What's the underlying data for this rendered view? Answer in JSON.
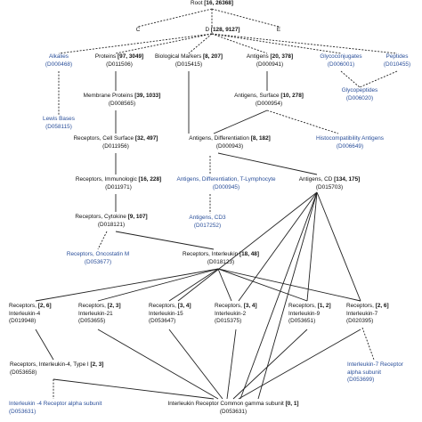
{
  "nodes": {
    "root": {
      "label": "Root",
      "count": "[16, 26368]",
      "code": ""
    },
    "c": {
      "label": "C",
      "count": "",
      "code": ""
    },
    "d": {
      "label": "D",
      "count": "[128, 9127]",
      "code": ""
    },
    "e": {
      "label": "E",
      "count": "",
      "code": ""
    },
    "alkalies": {
      "label": "Alkalies",
      "count": "",
      "code": "(D000468)"
    },
    "proteins": {
      "label": "Proteins",
      "count": "[97, 3049]",
      "code": "(D011506)"
    },
    "biomarkers": {
      "label": "Biological Markers",
      "count": "[8, 207]",
      "code": "(D015415)"
    },
    "antigens": {
      "label": "Antigens",
      "count": "[20, 378]",
      "code": "(D000941)"
    },
    "glycoconjugates": {
      "label": "Glycoconjugates",
      "count": "",
      "code": "(D006001)"
    },
    "peptides": {
      "label": "Peptides",
      "count": "",
      "code": "(D010455)"
    },
    "lewis": {
      "label": "Lewis Bases",
      "count": "",
      "code": "(D058115)"
    },
    "membrane": {
      "label": "Membrane Proteins",
      "count": "[39, 1033]",
      "code": "(D008565)"
    },
    "antsurface": {
      "label": "Antigens, Surface",
      "count": "[10, 278]",
      "code": "(D000954)"
    },
    "glycopeptides": {
      "label": "Glycopeptides",
      "count": "",
      "code": "(D006020)"
    },
    "recsurface": {
      "label": "Receptors, Cell Surface",
      "count": "[32, 497]",
      "code": "(D011956)"
    },
    "antdiff": {
      "label": "Antigens, Differentiation",
      "count": "[8, 182]",
      "code": "(D000943)"
    },
    "histo": {
      "label": "Histocompatibility Antigens",
      "count": "",
      "code": "(D006649)"
    },
    "recimmuno": {
      "label": "Receptors, Immunologic",
      "count": "[16, 228]",
      "code": "(D011971)"
    },
    "antdifft": {
      "label": "Antigens, Differentiation, T-Lymphocyte",
      "count": "",
      "code": "(D000945)"
    },
    "antcd": {
      "label": "Antigens, CD",
      "count": "[134, 175]",
      "code": "(D015703)"
    },
    "reccyto": {
      "label": "Receptors, Cytokine",
      "count": "[9, 107]",
      "code": "(D018121)"
    },
    "antcd3": {
      "label": "Antigens, CD3",
      "count": "",
      "code": "(D017252)"
    },
    "oncostatin": {
      "label": "Receptors, Oncostatin M",
      "count": "",
      "code": "(D053677)"
    },
    "recil": {
      "label": "Receptors, Interleukin",
      "count": "[18, 48]",
      "code": "(D018123)"
    },
    "il4": {
      "label": "Receptors,",
      "label2": "Interleukin-4",
      "count": "[2, 6]",
      "code": "(D019948)"
    },
    "il21": {
      "label": "Receptors,",
      "label2": "Interleukin-21",
      "count": "[2, 3]",
      "code": "(D053655)"
    },
    "il15": {
      "label": "Receptors,",
      "label2": "Interleukin-15",
      "count": "[3, 4]",
      "code": "(D053647)"
    },
    "il2": {
      "label": "Receptors,",
      "label2": "Interleukin-2",
      "count": "[3, 4]",
      "code": "(D015375)"
    },
    "il9": {
      "label": "Receptors,",
      "label2": "Interleukin-9",
      "count": "[1, 2]",
      "code": "(D053651)"
    },
    "il7": {
      "label": "Receptors,",
      "label2": "Interleukin-7",
      "count": "[2, 6]",
      "code": "(D020395)"
    },
    "il4t1": {
      "label": "Receptors, Interleukin-4, Type I",
      "count": "[2, 3]",
      "code": "(D053658)"
    },
    "il7alpha": {
      "label": "Interleukin-7  Receptor",
      "label2": "alpha subunit",
      "count": "",
      "code": "(D053699)"
    },
    "il4alpha": {
      "label": "Interleukin -4 Receptor alpha subunit",
      "count": "",
      "code": "(D053631)"
    },
    "gamma": {
      "label": "Interleukin Receptor Common gamma subunit",
      "count": "[0, 1]",
      "code": "(D053631)"
    }
  },
  "colors": {
    "black_text": "#111111",
    "blue_text": "#2a4f9a",
    "edge": "#222222"
  }
}
